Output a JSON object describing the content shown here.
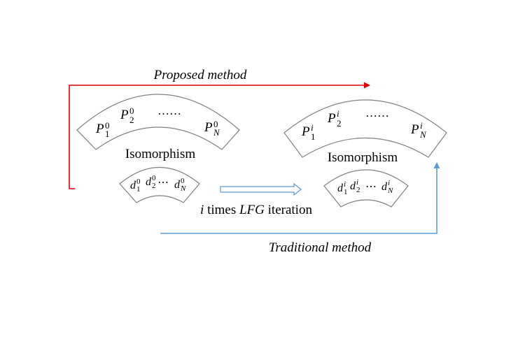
{
  "top_arrow": {
    "label": "Proposed method",
    "color": "#e00000"
  },
  "bottom_arrow": {
    "label": "Traditional method",
    "color": "#5b9bd5"
  },
  "left": {
    "big_band": {
      "items": [
        {
          "base": "P",
          "sub": "1",
          "sup": "0"
        },
        {
          "base": "P",
          "sub": "2",
          "sup": "0"
        },
        {
          "base": "P",
          "sub": "N",
          "sup": "0"
        }
      ],
      "dots": "……"
    },
    "caption": "Isomorphism",
    "small_band": {
      "d1": {
        "base": "d",
        "sub": "1",
        "sup": "0"
      },
      "d2": {
        "base": "d",
        "sub": "2",
        "sup": "0"
      },
      "dots": "⋯",
      "dN": {
        "base": "d",
        "sub": "N",
        "sup": "0"
      }
    }
  },
  "right": {
    "big_band": {
      "items": [
        {
          "base": "P",
          "sub": "1",
          "sup": "i"
        },
        {
          "base": "P",
          "sub": "2",
          "sup": "i"
        },
        {
          "base": "P",
          "sub": "N",
          "sup": "i"
        }
      ],
      "dots": "……"
    },
    "caption": "Isomorphism",
    "small_band": {
      "d1": {
        "base": "d",
        "sub": "1",
        "sup": "i"
      },
      "d2": {
        "base": "d",
        "sub": "2",
        "sup": "i"
      },
      "dots": "⋯",
      "dN": {
        "base": "d",
        "sub": "N",
        "sup": "i"
      }
    }
  },
  "iteration_label": {
    "i": "i",
    "times": " times ",
    "lfg": "LFG",
    "iteration": " iteration"
  }
}
